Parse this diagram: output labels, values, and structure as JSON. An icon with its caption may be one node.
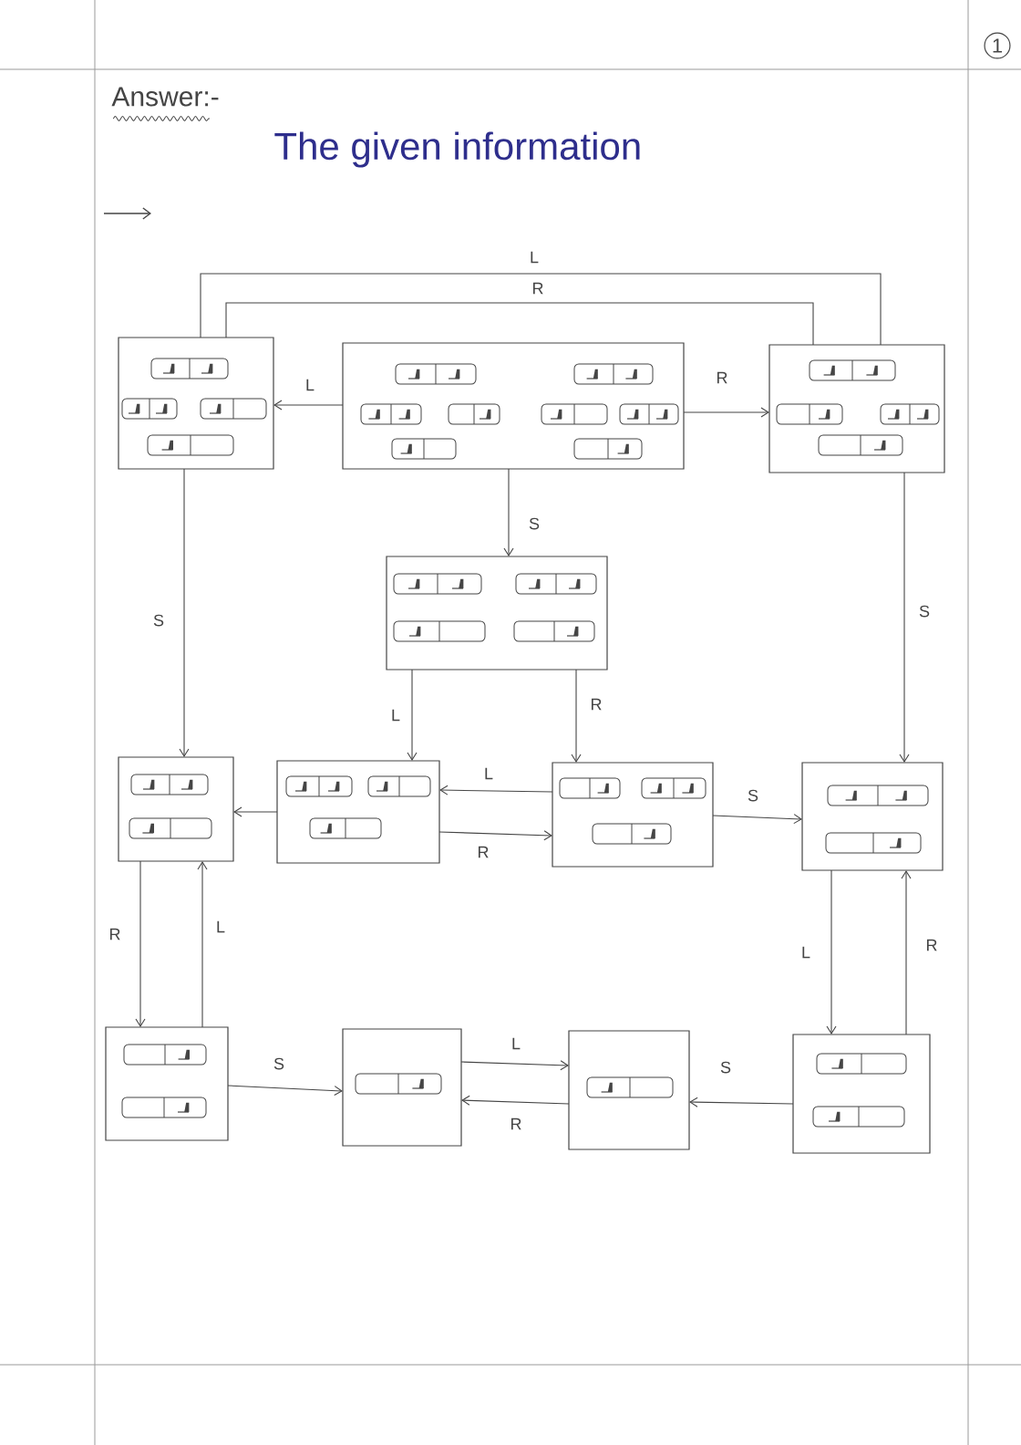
{
  "diagram": {
    "title": "The given information",
    "nodes": [
      {
        "text": [],
        "shape": "box"
      },
      {
        "text": [],
        "shape": "box"
      },
      {
        "text": [],
        "shape": "box"
      },
      {
        "text": [],
        "shape": "box"
      },
      {
        "text": [],
        "shape": "box"
      },
      {
        "text": [],
        "shape": "box"
      },
      {
        "text": [],
        "shape": "box"
      },
      {
        "text": [],
        "shape": "box"
      },
      {
        "text": [],
        "shape": "box"
      },
      {
        "text": [],
        "shape": "box"
      },
      {
        "text": [],
        "shape": "box"
      },
      {
        "text": [],
        "shape": "box"
      }
    ],
    "edges": [
      {
        "from": 1,
        "to": 0,
        "arrow": "to",
        "label": "L"
      },
      {
        "from": 1,
        "to": 2,
        "arrow": "to",
        "label": "R"
      },
      {
        "from": 2,
        "to": 0,
        "arrow": "none",
        "label": "L"
      },
      {
        "from": 0,
        "to": 2,
        "arrow": "none",
        "label": "R"
      },
      {
        "from": 1,
        "to": 3,
        "arrow": "to",
        "label": "S"
      },
      {
        "from": 0,
        "to": 4,
        "arrow": "to",
        "label": "S"
      },
      {
        "from": 2,
        "to": 7,
        "arrow": "to",
        "label": "S"
      },
      {
        "from": 3,
        "to": 5,
        "arrow": "to",
        "label": "L"
      },
      {
        "from": 3,
        "to": 6,
        "arrow": "to",
        "label": "R"
      },
      {
        "from": 5,
        "to": 4,
        "arrow": "to"
      },
      {
        "from": 6,
        "to": 5,
        "arrow": "to",
        "label": "L"
      },
      {
        "from": 5,
        "to": 6,
        "arrow": "to",
        "label": "R"
      },
      {
        "from": 6,
        "to": 7,
        "arrow": "to",
        "label": "S"
      },
      {
        "from": 4,
        "to": 8,
        "arrow": "to",
        "label": "R"
      },
      {
        "from": 8,
        "to": 4,
        "arrow": "to",
        "label": "L"
      },
      {
        "from": 7,
        "to": 11,
        "arrow": "to",
        "label": "L"
      },
      {
        "from": 11,
        "to": 7,
        "arrow": "to",
        "label": "R"
      },
      {
        "from": 8,
        "to": 9,
        "arrow": "to",
        "label": "S"
      },
      {
        "from": 9,
        "to": 10,
        "arrow": "to",
        "label": "L"
      },
      {
        "from": 10,
        "to": 9,
        "arrow": "to",
        "label": "R"
      },
      {
        "from": 11,
        "to": 10,
        "arrow": "to",
        "label": "S"
      }
    ],
    "labels": [
      "1",
      "Answer:-"
    ]
  }
}
